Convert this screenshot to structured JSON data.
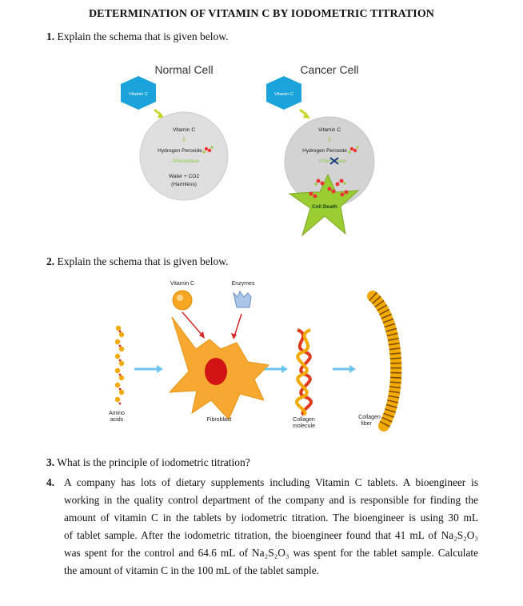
{
  "title": "DETERMINATION OF VITAMIN C BY IODOMETRIC TITRATION",
  "q1": {
    "num": "1.",
    "text": "Explain the schema that is given below."
  },
  "schema1": {
    "normal_title": "Normal Cell",
    "cancer_title": "Cancer Cell",
    "vitc_badge": "Vitamin C",
    "normal": {
      "vitc": "Vitamin C",
      "h2o2": "Hydrogen Peroxide",
      "enzyme": "Peroxidase",
      "product1": "Water + CO2",
      "product2": "(Harmless)"
    },
    "cancer": {
      "vitc": "Vitamin C",
      "h2o2": "Hydrogen Peroxide",
      "enzyme": "Peroxidase",
      "death": "Cell Death"
    }
  },
  "q2": {
    "num": "2.",
    "text": "Explain the schema that is given below."
  },
  "schema2": {
    "vitc": "Vitamin C",
    "enzymes": "Enzymes",
    "amino_1": "Amino",
    "amino_2": "acids",
    "fibroblast": "Fibroblast",
    "collagen_mol_1": "Collagen",
    "collagen_mol_2": "molecule",
    "collagen_fib_1": "Collagen",
    "collagen_fib_2": "fiber"
  },
  "q3": {
    "num": "3.",
    "text": "What is the principle of iodometric titration?"
  },
  "q4": {
    "num": "4.",
    "lines": [
      "A company has lots of dietary supplements including Vitamin C tablets. A bioengineer is",
      "working in the quality control department of the company and is responsible for finding the",
      "amount of vitamin C in the tablets by iodometric titration. The bioengineer is using 30 mL",
      "of tablet sample. After the iodometric titration, the bioengineer found that 41 mL of Na₂S₂O₃",
      "was spent for the control and 64.6 mL of Na₂S₂O₃ was spent for the tablet sample. Calculate",
      "the amount of vitamin C in the 100 mL of the tablet sample."
    ]
  }
}
